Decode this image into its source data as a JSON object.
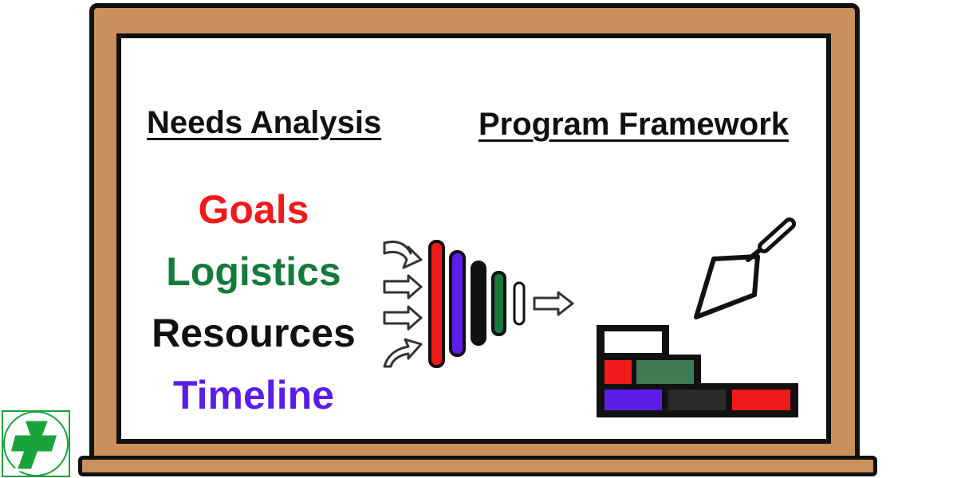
{
  "headings": {
    "left": "Needs Analysis",
    "right": "Program Framework"
  },
  "terms": [
    {
      "label": "Goals",
      "color": "#f01a1a"
    },
    {
      "label": "Logistics",
      "color": "#157a3a"
    },
    {
      "label": "Resources",
      "color": "#111111"
    },
    {
      "label": "Timeline",
      "color": "#5a1ee8"
    }
  ],
  "funnel_bar_colors": [
    "#f01a1a",
    "#5a1ee8",
    "#111111",
    "#157a3a",
    "#ffffff"
  ],
  "brick_colors": {
    "top": "#ffffff",
    "middle_left": "#f01a1a",
    "middle_right": "#3f7a55",
    "bottom_left": "#5a1ee8",
    "bottom_middle": "#2b2b2b",
    "bottom_right": "#f01a1a"
  },
  "logo_color": "#1aa33a",
  "icons": [
    "curved-arrow-icon",
    "arrow-icon",
    "trowel-icon",
    "bricks-icon",
    "cross-logo-icon"
  ]
}
